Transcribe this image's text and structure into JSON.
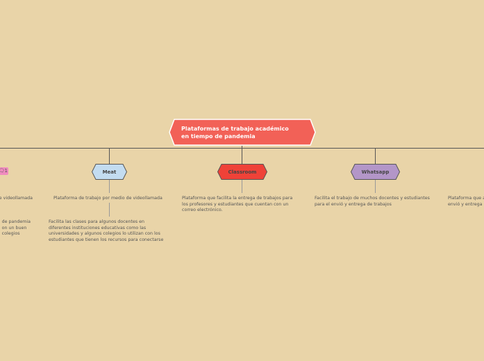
{
  "central": {
    "title_line1": "Plataformas de trabajo académico",
    "title_line2": "en tiempo de pandemia",
    "color": "#f26157"
  },
  "topics": [
    {
      "label": "Meat",
      "color": "#c3dcf0",
      "texts": [
        "Plataforma de trabajo por medio de videollamada"
      ],
      "sub": [
        "Facilita las clases para algunos docentes en",
        "diferentes instituciones educativas como las",
        "universidades y algunos colegios lo utilizan con los",
        "estudiantes  que tienen los recursos para conectarse"
      ]
    },
    {
      "label": "Classroom",
      "color": "#ef4238",
      "texts": [
        "Plataforma que facilita la entrega de trabajos para",
        "los profesores y estudiantes que cuentan con un",
        "correo electrónico."
      ]
    },
    {
      "label": "Whatsapp",
      "color": "#b396c8",
      "texts": [
        "Facilita el trabajo de muchos docentes y estudiantes",
        "para el envió y entrega de trabajos"
      ]
    }
  ],
  "left_partial": {
    "badge": "1",
    "text1": "e videollamada",
    "sub": [
      "de pandemia",
      "on un buen",
      "colegios"
    ]
  },
  "right_partial": {
    "lines": [
      "Plataforma que a",
      "envió y entrega"
    ]
  }
}
